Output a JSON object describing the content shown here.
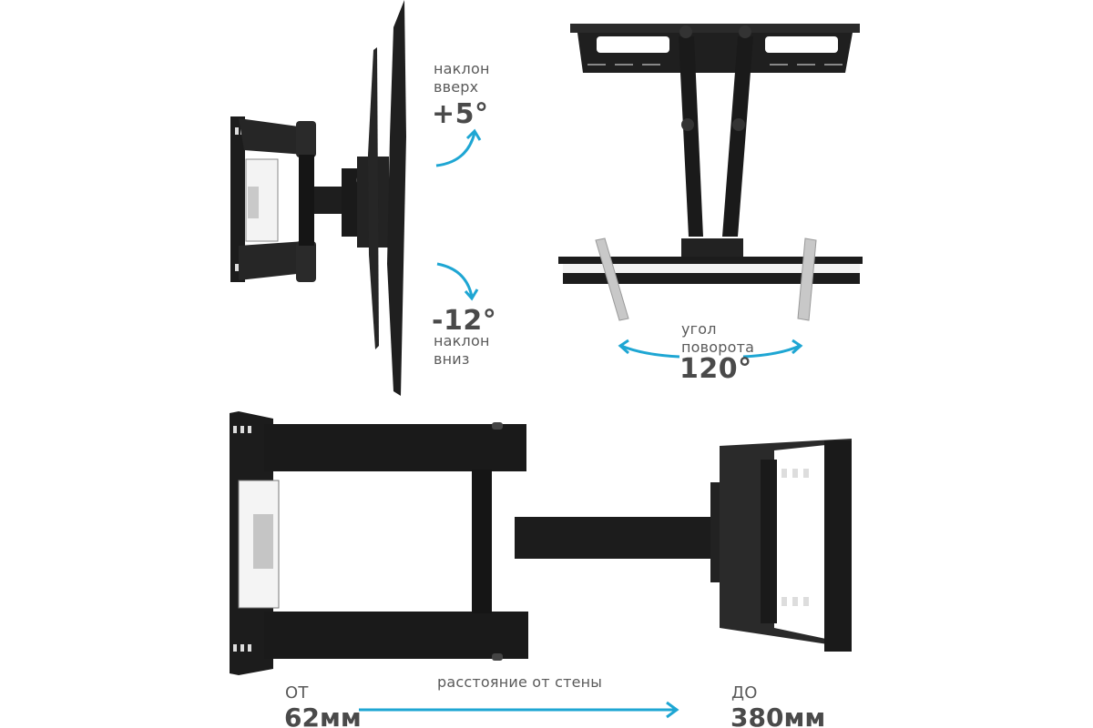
{
  "accent_color": "#1ea6d3",
  "metal_color": "#1c1c1c",
  "tilt": {
    "up_label_line1": "наклон",
    "up_label_line2": "вверх",
    "up_value": "+5°",
    "down_value": "-12°",
    "down_label_line1": "наклон",
    "down_label_line2": "вниз"
  },
  "swivel": {
    "label_line1": "угол",
    "label_line2": "поворота",
    "value": "120°"
  },
  "extension": {
    "caption": "расстояние от стены",
    "from_label": "ОТ",
    "from_value": "62мм",
    "to_label": "ДО",
    "to_value": "380мм"
  },
  "icons": {
    "tilt_up_arrow": "curved-arrow-up-icon",
    "tilt_down_arrow": "curved-arrow-down-icon",
    "swivel_arrows": "double-curved-arrow-icon",
    "extension_arrow": "arrow-right-icon"
  }
}
